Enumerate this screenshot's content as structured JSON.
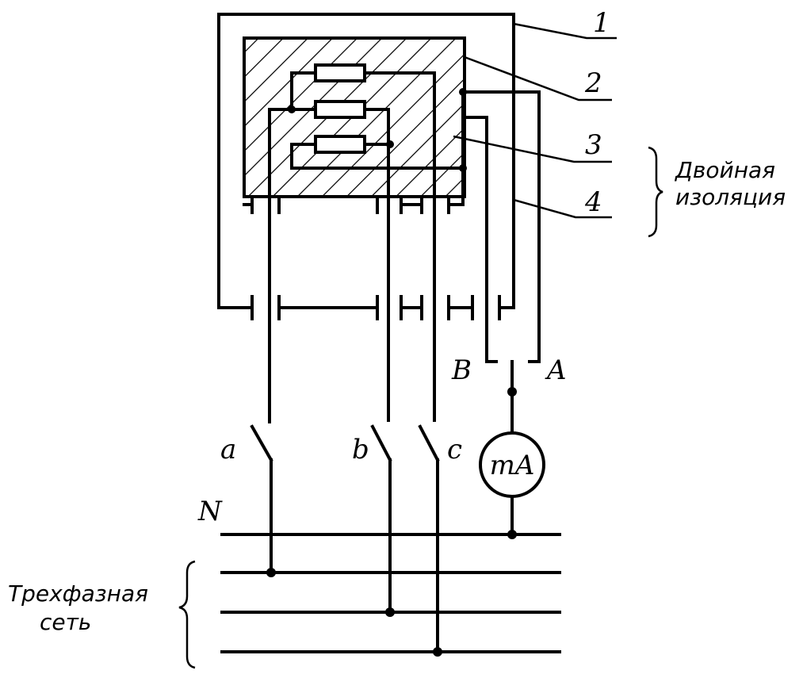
{
  "callouts": [
    "1",
    "2",
    "3",
    "4"
  ],
  "double_insulation_label": [
    "Двойная",
    "изоляция"
  ],
  "phase_labels": [
    "a",
    "b",
    "c"
  ],
  "neutral_label": "N",
  "terminal_labels": {
    "B": "B",
    "A": "A"
  },
  "meter_label": "mA",
  "network_label": [
    "Трехфазная",
    "сеть"
  ]
}
